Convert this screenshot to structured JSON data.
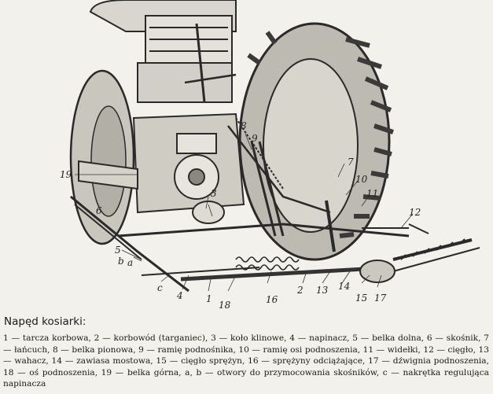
{
  "figure": {
    "labels": {
      "l1": "1",
      "l2": "2",
      "l3": "3",
      "l4": "4",
      "l5": "5",
      "l6": "6",
      "l7": "7",
      "l8": "8",
      "l9": "9",
      "l10": "10",
      "l11": "11",
      "l12": "12",
      "l13": "13",
      "l14": "14",
      "l15": "15",
      "l16": "16",
      "l17": "17",
      "l18": "18",
      "l19": "19",
      "la": "a",
      "lb": "b",
      "lc": "c"
    }
  },
  "caption": {
    "title": "Napęd kosiarki:",
    "legend": "1 — tarcza korbowa, 2 — korbowód (targaniec), 3 — koło klinowe, 4 — napinacz, 5 — belka dolna, 6 — skośnik, 7 — łańcuch, 8 — belka pionowa, 9 — ramię podnośnika, 10 — ramię osi podnoszenia, 11 — widełki, 12 — cięgło, 13 — wahacz, 14 — zawiasa mostowa, 15 — cięgło sprężyn, 16 — sprężyny odciążające, 17 — dźwignia podnoszenia, 18 — oś podnoszenia, 19 — belka górna, a, b — otwory do przymocowania skośników, c — nakrętka regulująca napinacza"
  }
}
